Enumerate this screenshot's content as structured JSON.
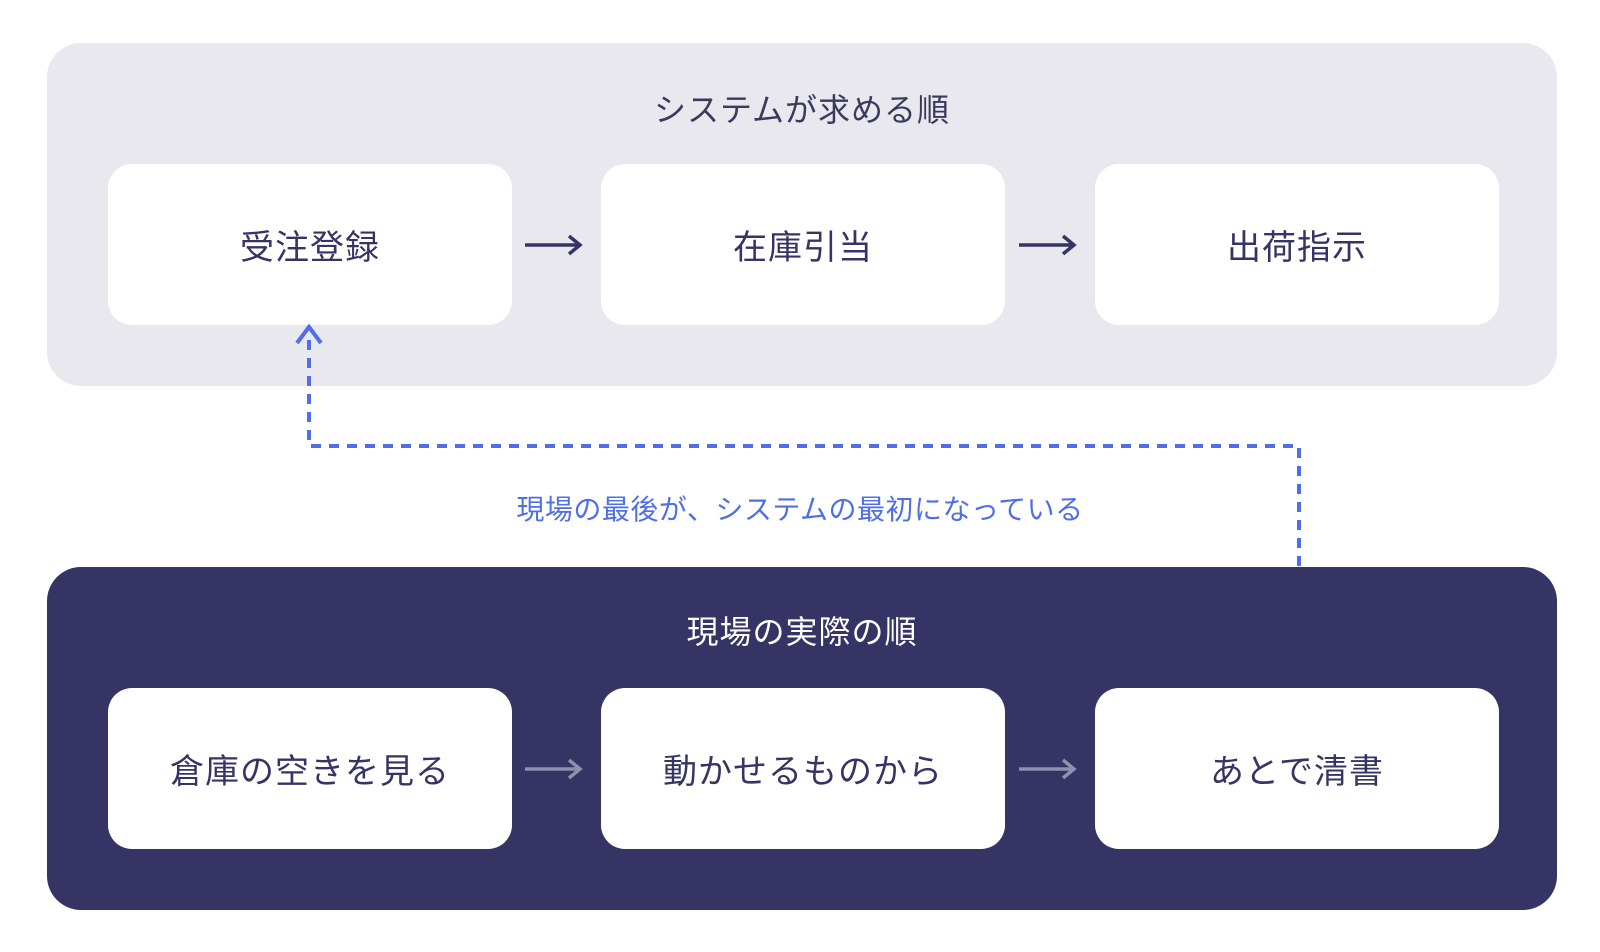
{
  "system_flow": {
    "title": "システムが求める順",
    "steps": [
      "受注登録",
      "在庫引当",
      "出荷指示"
    ]
  },
  "field_flow": {
    "title": "現場の実際の順",
    "steps": [
      "倉庫の空きを見る",
      "動かせるものから",
      "あとで清書"
    ]
  },
  "connector_note": "現場の最後が、システムの最初になっている",
  "colors": {
    "top_panel": "#e8e8ee",
    "bottom_panel": "#353464",
    "box": "#ffffff",
    "accent": "#4f6ee8",
    "text_dark": "#353464"
  }
}
